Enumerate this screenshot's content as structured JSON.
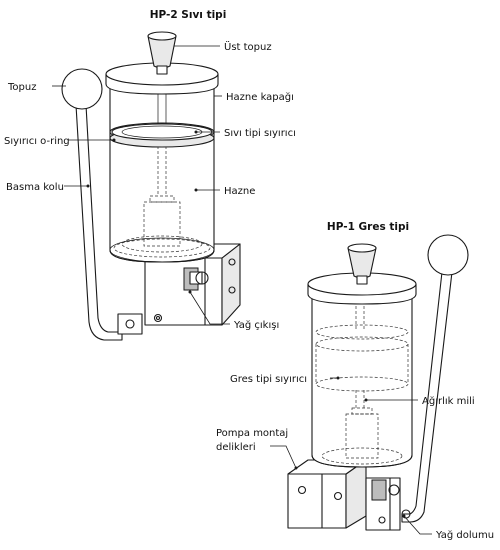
{
  "hp2": {
    "title": "HP-2 Sıvı tipi",
    "labels": {
      "ust_topuz": "Üst topuz",
      "topuz": "Topuz",
      "hazne_kapagi": "Hazne kapağı",
      "siyirici_oring": "Sıyırıcı o-ring",
      "sivi_tipi_siyirici": "Sıvı tipi sıyırıcı",
      "basma_kolu": "Basma kolu",
      "hazne": "Hazne",
      "yag_cikisi": "Yağ çıkışı"
    }
  },
  "hp1": {
    "title": "HP-1 Gres tipi",
    "labels": {
      "gres_tipi_siyirici": "Gres tipi sıyırıcı",
      "agirlik_mili": "Ağırlık mili",
      "pompa_montaj_1": "Pompa montaj",
      "pompa_montaj_2": "delikleri",
      "yag_dolumu": "Yağ dolumu"
    }
  }
}
